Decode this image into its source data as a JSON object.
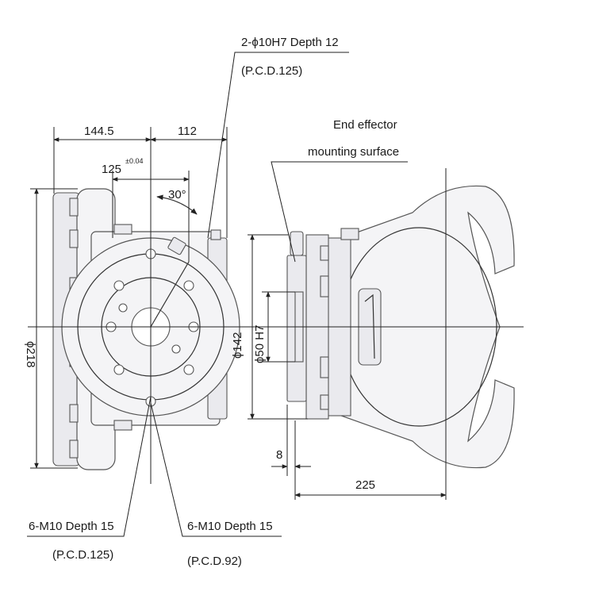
{
  "colors": {
    "line": "#333333",
    "body_fill": "#f4f4f6",
    "part_fill": "#eaeaee",
    "background": "#ffffff"
  },
  "labels": {
    "top_hole_spec": "2-ϕ10H7 Depth 12",
    "top_pcd": "(P.C.D.125)",
    "dim_144_5": "144.5",
    "dim_112": "112",
    "dim_125": "125",
    "dim_125_tol": "±0.04",
    "angle_30": "30°",
    "dia_218": "ϕ218",
    "end_effector_line1": "End effector",
    "end_effector_line2": "mounting surface",
    "dia_142": "ϕ142",
    "dia_50h7": "ϕ50 H7",
    "dim_8": "8",
    "dim_225": "225",
    "left_hole_spec": "6-M10 Depth 15",
    "left_pcd": "(P.C.D.125)",
    "right_hole_spec": "6-M10 Depth 15",
    "right_pcd": "(P.C.D.92)"
  }
}
